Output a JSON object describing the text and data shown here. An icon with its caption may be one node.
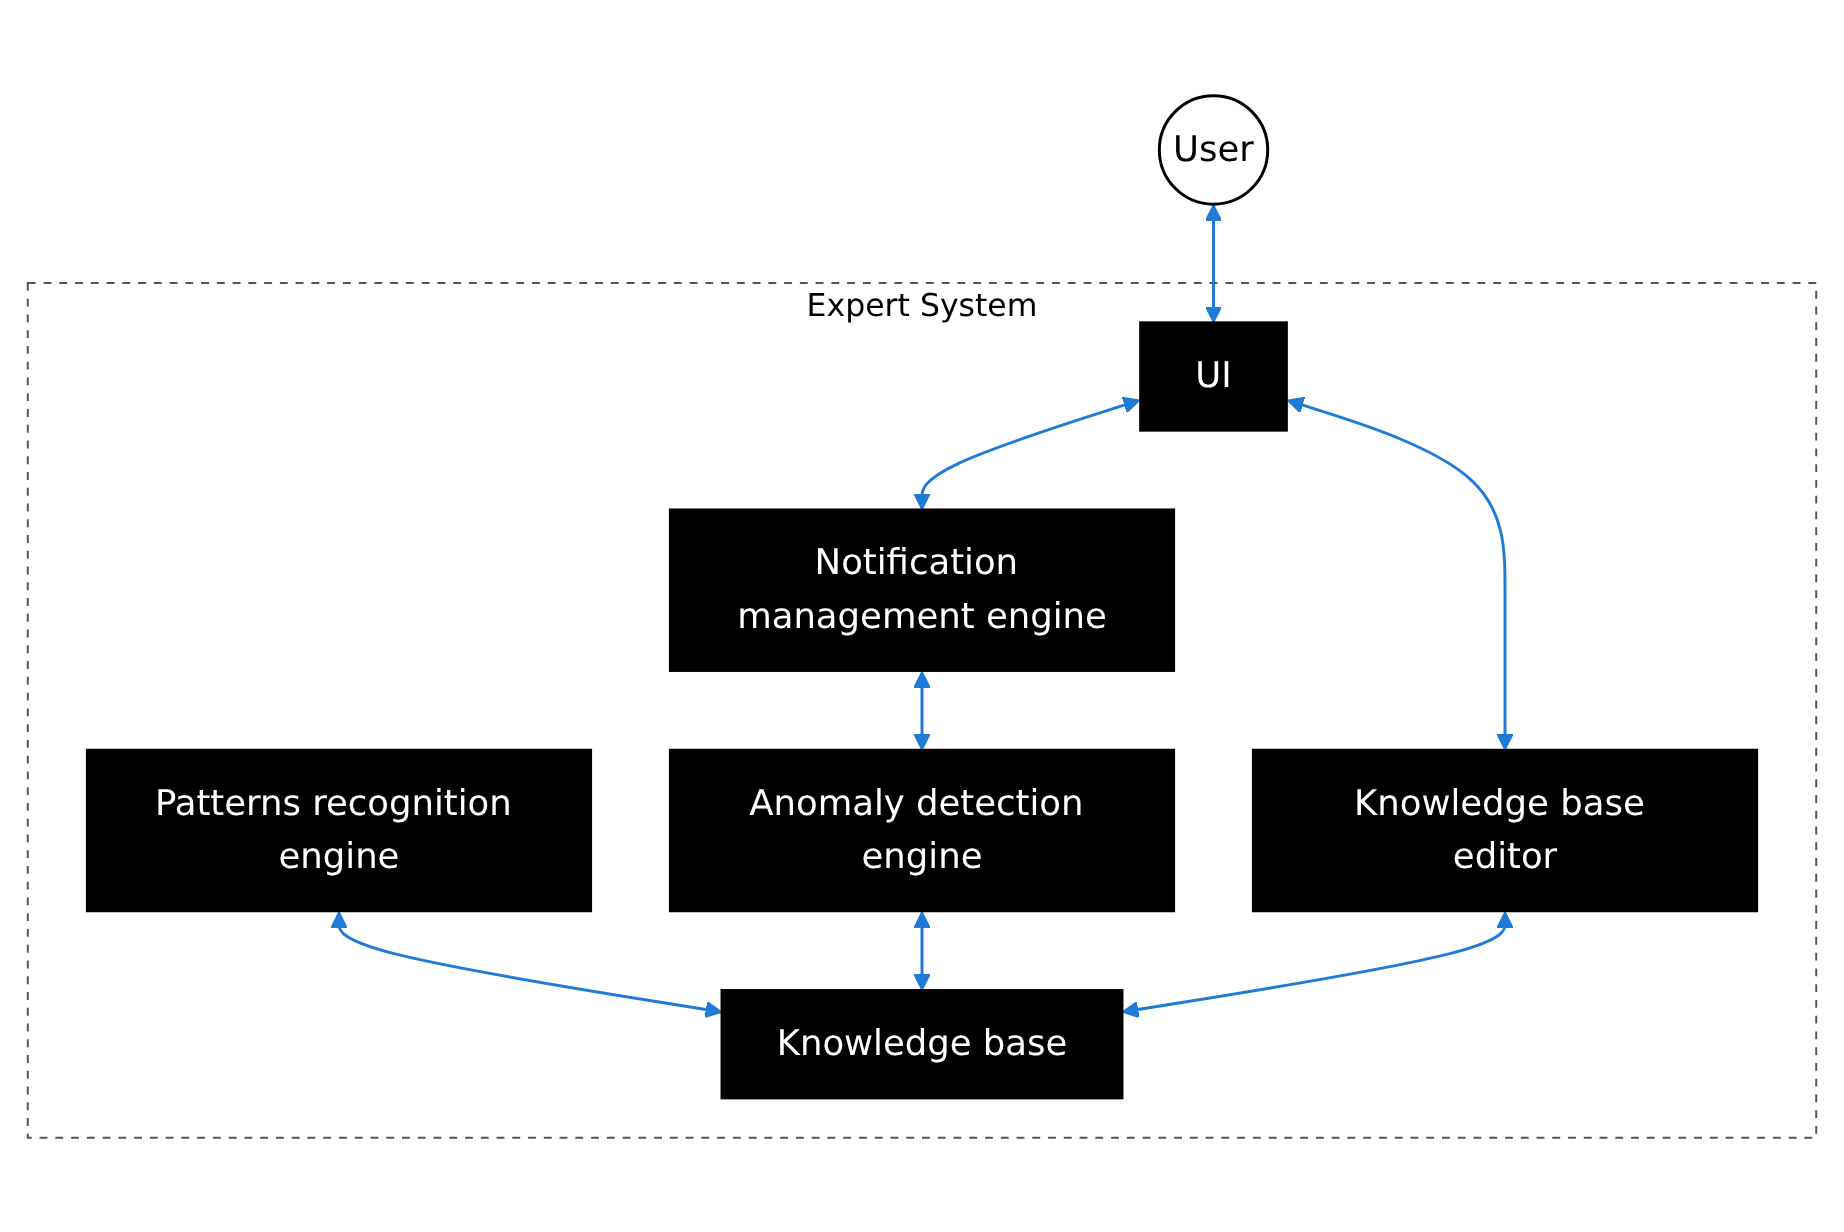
{
  "diagram": {
    "nodes": [
      {
        "text": [
          "User"
        ]
      },
      {
        "text": [
          "Expert System"
        ]
      },
      {
        "text": [
          "UI"
        ],
        "in": 1
      },
      {
        "text": [
          "Notification management engine"
        ],
        "in": 1
      },
      {
        "text": [
          "Patterns recognition engine"
        ],
        "in": 1
      },
      {
        "text": [
          "Anomaly detection engine"
        ],
        "in": 1
      },
      {
        "text": [
          "Knowledge base editor"
        ],
        "in": 1
      },
      {
        "text": [
          "Knowledge base"
        ],
        "in": 1
      }
    ],
    "edges": [
      {
        "from": 0,
        "to": 2,
        "arrow": "both"
      },
      {
        "from": 2,
        "to": 3,
        "arrow": "both"
      },
      {
        "from": 2,
        "to": 6,
        "arrow": "both"
      },
      {
        "from": 3,
        "to": 5,
        "arrow": "both"
      },
      {
        "from": 4,
        "to": 7,
        "arrow": "both"
      },
      {
        "from": 5,
        "to": 7,
        "arrow": "both"
      },
      {
        "from": 6,
        "to": 7,
        "arrow": "both"
      }
    ]
  }
}
